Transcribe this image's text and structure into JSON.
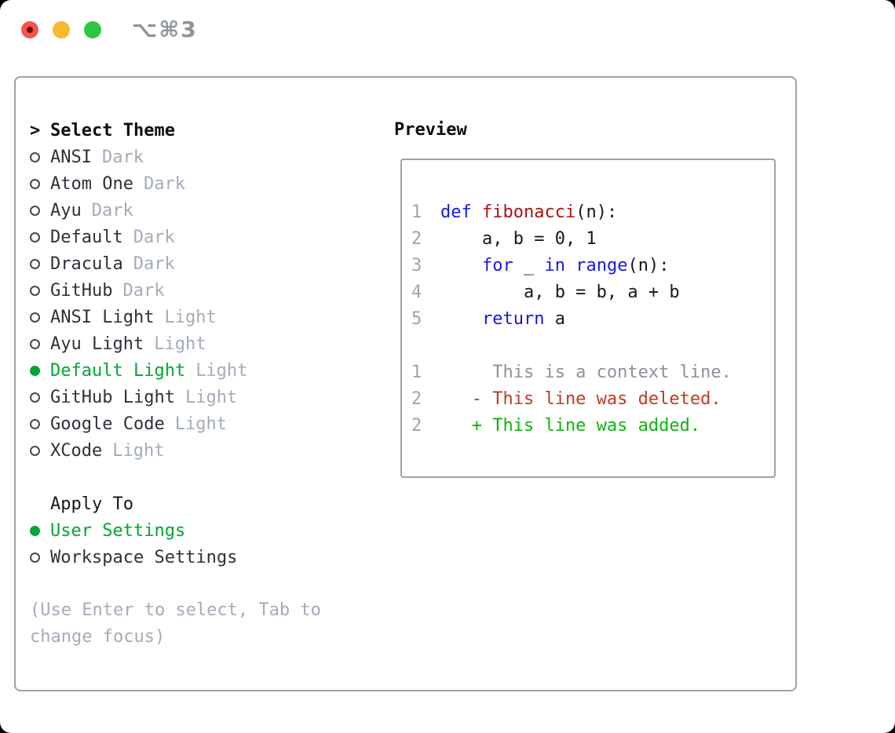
{
  "window": {
    "shortcut": "⌥⌘3",
    "traffic_lights": [
      "close",
      "minimize",
      "zoom"
    ]
  },
  "theme_list": {
    "marker": ">",
    "title": "Select Theme",
    "items": [
      {
        "name": "ANSI",
        "variant": "Dark",
        "selected": false
      },
      {
        "name": "Atom One",
        "variant": "Dark",
        "selected": false
      },
      {
        "name": "Ayu",
        "variant": "Dark",
        "selected": false
      },
      {
        "name": "Default",
        "variant": "Dark",
        "selected": false
      },
      {
        "name": "Dracula",
        "variant": "Dark",
        "selected": false
      },
      {
        "name": "GitHub",
        "variant": "Dark",
        "selected": false
      },
      {
        "name": "ANSI Light",
        "variant": "Light",
        "selected": false
      },
      {
        "name": "Ayu Light",
        "variant": "Light",
        "selected": false
      },
      {
        "name": "Default Light",
        "variant": "Light",
        "selected": true
      },
      {
        "name": "GitHub Light",
        "variant": "Light",
        "selected": false
      },
      {
        "name": "Google Code",
        "variant": "Light",
        "selected": false
      },
      {
        "name": "XCode",
        "variant": "Light",
        "selected": false
      }
    ]
  },
  "apply_to": {
    "title": "Apply To",
    "options": [
      {
        "label": "User Settings",
        "selected": true
      },
      {
        "label": "Workspace Settings",
        "selected": false
      }
    ]
  },
  "hint": "(Use Enter to select, Tab to change focus)",
  "preview": {
    "title": "Preview",
    "lines": [
      {
        "num": "1",
        "segments": [
          {
            "text": "def",
            "type": "keyword"
          },
          {
            "text": " ",
            "type": "plain"
          },
          {
            "text": "fibonacci",
            "type": "function"
          },
          {
            "text": "(n):",
            "type": "plain"
          }
        ]
      },
      {
        "num": "2",
        "segments": [
          {
            "text": "    a, b = 0, 1",
            "type": "plain"
          }
        ]
      },
      {
        "num": "3",
        "segments": [
          {
            "text": "    ",
            "type": "plain"
          },
          {
            "text": "for",
            "type": "keyword"
          },
          {
            "text": " _ ",
            "type": "plain"
          },
          {
            "text": "in",
            "type": "keyword"
          },
          {
            "text": " ",
            "type": "plain"
          },
          {
            "text": "range",
            "type": "keyword"
          },
          {
            "text": "(n):",
            "type": "plain"
          }
        ]
      },
      {
        "num": "4",
        "segments": [
          {
            "text": "        a, b = b, a + b",
            "type": "plain"
          }
        ]
      },
      {
        "num": "5",
        "segments": [
          {
            "text": "    ",
            "type": "plain"
          },
          {
            "text": "return",
            "type": "keyword"
          },
          {
            "text": " a",
            "type": "plain"
          }
        ]
      },
      {
        "num": "",
        "segments": []
      },
      {
        "num": "1",
        "segments": [
          {
            "text": "     This is a context line.",
            "type": "context"
          }
        ]
      },
      {
        "num": "2",
        "segments": [
          {
            "text": "   - This line was deleted.",
            "type": "deleted"
          }
        ]
      },
      {
        "num": "2",
        "segments": [
          {
            "text": "   + This line was added.",
            "type": "added"
          }
        ]
      }
    ]
  },
  "colors": {
    "selection_green": "#00a632",
    "added_green": "#0db40d",
    "deleted_red": "#c23a22",
    "keyword_blue": "#1717e6",
    "function_red": "#ad1212",
    "muted_gray": "#a3acba",
    "border_gray": "#9aa3b0",
    "traffic_red": "#f5544c",
    "traffic_yellow": "#f9b92d",
    "traffic_green": "#2ec644"
  }
}
